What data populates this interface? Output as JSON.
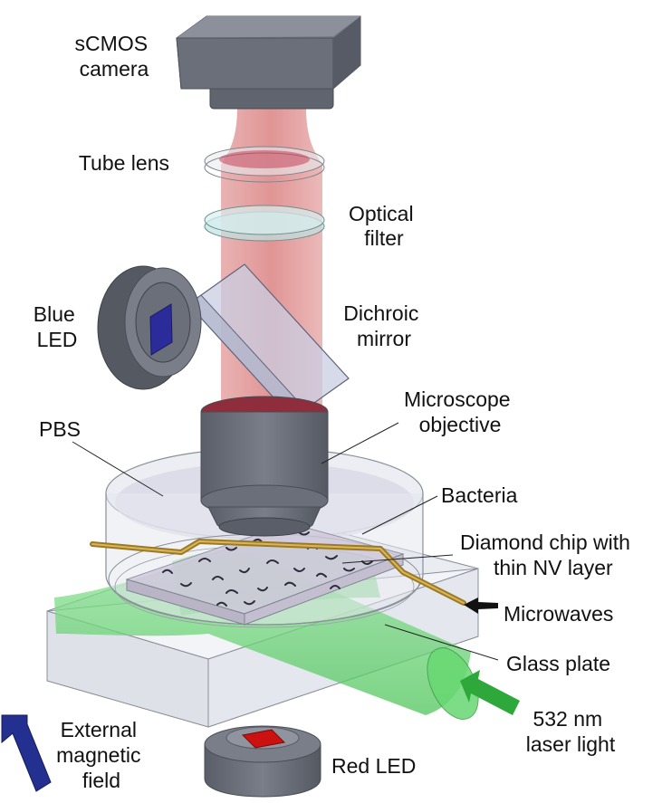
{
  "labels": {
    "camera": [
      "sCMOS",
      "camera"
    ],
    "tube_lens": [
      "Tube lens"
    ],
    "optical_filter": [
      "Optical",
      "filter"
    ],
    "blue_led": [
      "Blue",
      "LED"
    ],
    "dichroic": [
      "Dichroic",
      "mirror"
    ],
    "objective": [
      "Microscope",
      "objective"
    ],
    "pbs": [
      "PBS"
    ],
    "bacteria": [
      "Bacteria"
    ],
    "diamond": [
      "Diamond chip with",
      "thin NV layer"
    ],
    "microwaves": [
      "Microwaves"
    ],
    "glass_plate": [
      "Glass plate"
    ],
    "laser": [
      "532 nm",
      "laser light"
    ],
    "magnetic_field": [
      "External",
      "magnetic",
      "field"
    ],
    "red_led": [
      "Red LED"
    ]
  },
  "colors": {
    "metal": "#6f737e",
    "metal_dark": "#4e525c",
    "metal_light": "#8c909a",
    "red_beam": "#d96b6b",
    "green_beam": "#5fd46a",
    "blue_led": "#2b2b9a",
    "red_led": "#cc1111",
    "wire": "#b08a2e",
    "magnet_arrow": "#23308f",
    "laser_arrow": "#2ea83a"
  }
}
